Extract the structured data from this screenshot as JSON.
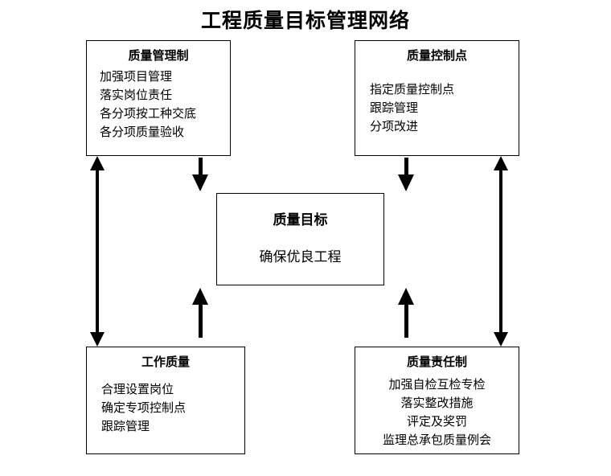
{
  "title": "工程质量目标管理网络",
  "boxes": {
    "quality_management": {
      "header": "质量管理制",
      "lines": [
        "加强项目管理",
        "落实岗位责任",
        "各分项按工种交底",
        "各分项质量验收"
      ]
    },
    "control_point": {
      "header": "质量控制点",
      "lines": [
        "指定质量控制点",
        "跟踪管理",
        "分项改进"
      ]
    },
    "goal": {
      "header": "质量目标",
      "subtitle": "确保优良工程"
    },
    "work_quality": {
      "header": "工作质量",
      "lines": [
        "合理设置岗位",
        "确定专项控制点",
        "跟踪管理"
      ]
    },
    "responsibility": {
      "header": "质量责任制",
      "lines": [
        "加强自检互检专检",
        "落实整改措施",
        "评定及奖罚",
        "监理总承包质量例会"
      ]
    }
  },
  "colors": {
    "line": "#000000",
    "background": "#ffffff",
    "text": "#000000"
  }
}
